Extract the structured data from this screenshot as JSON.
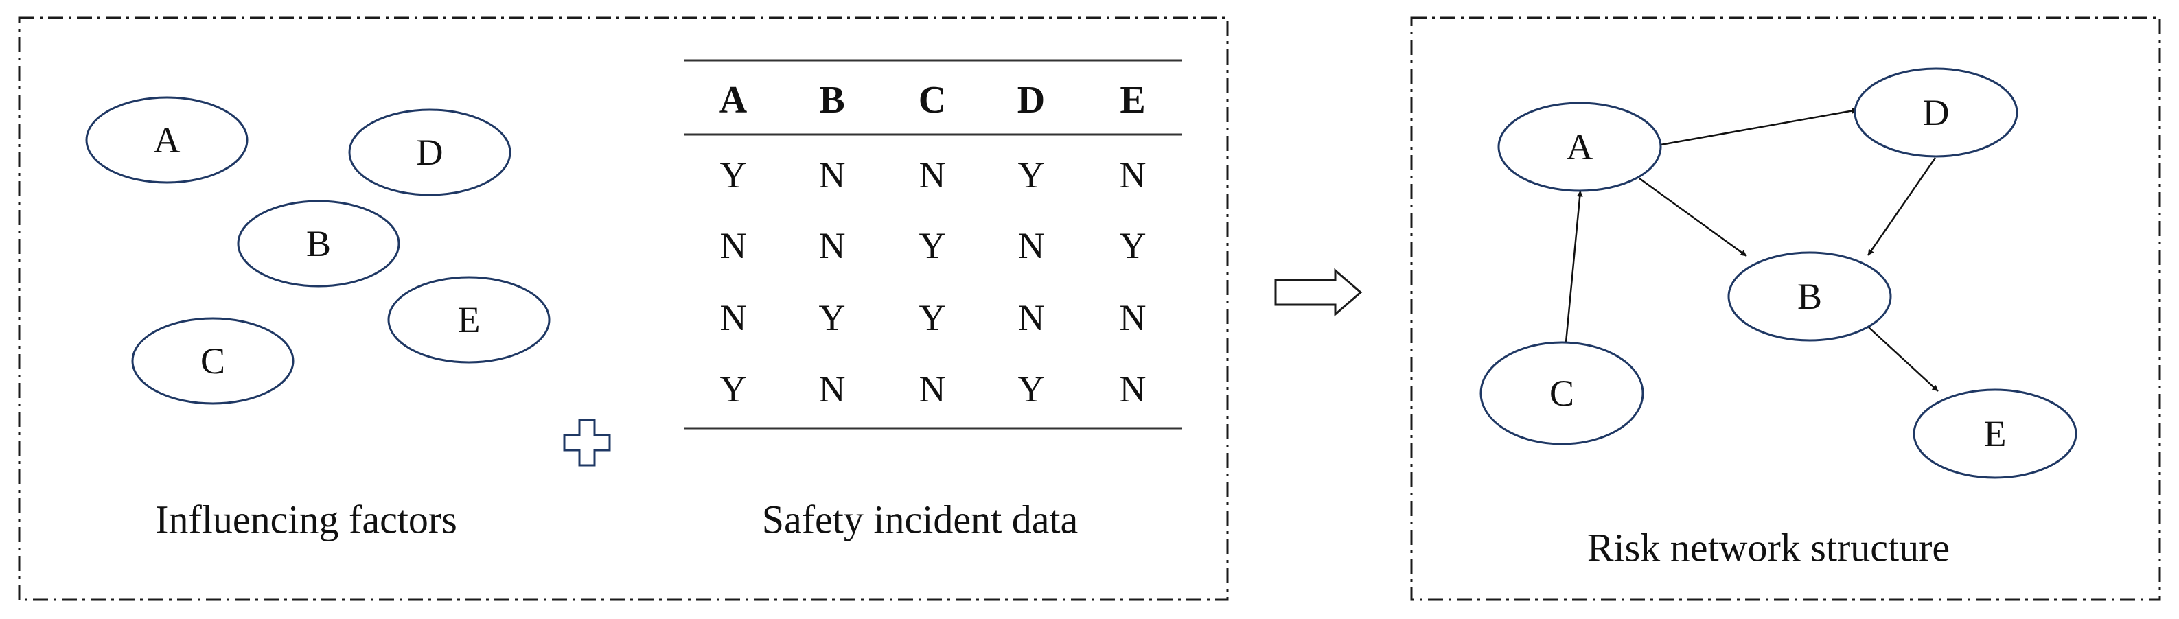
{
  "factors": {
    "caption": "Influencing factors",
    "nodes": [
      {
        "id": "A",
        "label": "A"
      },
      {
        "id": "D",
        "label": "D"
      },
      {
        "id": "B",
        "label": "B"
      },
      {
        "id": "E",
        "label": "E"
      },
      {
        "id": "C",
        "label": "C"
      }
    ]
  },
  "incident_table": {
    "caption": "Safety incident data",
    "headers": [
      "A",
      "B",
      "C",
      "D",
      "E"
    ],
    "rows": [
      [
        "Y",
        "N",
        "N",
        "Y",
        "N"
      ],
      [
        "N",
        "N",
        "Y",
        "N",
        "Y"
      ],
      [
        "N",
        "Y",
        "Y",
        "N",
        "N"
      ],
      [
        "Y",
        "N",
        "N",
        "Y",
        "N"
      ]
    ]
  },
  "network": {
    "caption": "Risk network structure",
    "nodes": [
      {
        "id": "A",
        "label": "A"
      },
      {
        "id": "D",
        "label": "D"
      },
      {
        "id": "B",
        "label": "B"
      },
      {
        "id": "C",
        "label": "C"
      },
      {
        "id": "E",
        "label": "E"
      }
    ],
    "edges": [
      {
        "from": "A",
        "to": "D"
      },
      {
        "from": "A",
        "to": "B"
      },
      {
        "from": "D",
        "to": "B"
      },
      {
        "from": "C",
        "to": "A"
      },
      {
        "from": "B",
        "to": "E"
      }
    ]
  },
  "colors": {
    "node_stroke": "#1f3864",
    "frame_stroke": "#1a1a1a",
    "text": "#111111"
  },
  "icons": {
    "combine": "plus-icon",
    "transition": "arrow-right-icon"
  }
}
